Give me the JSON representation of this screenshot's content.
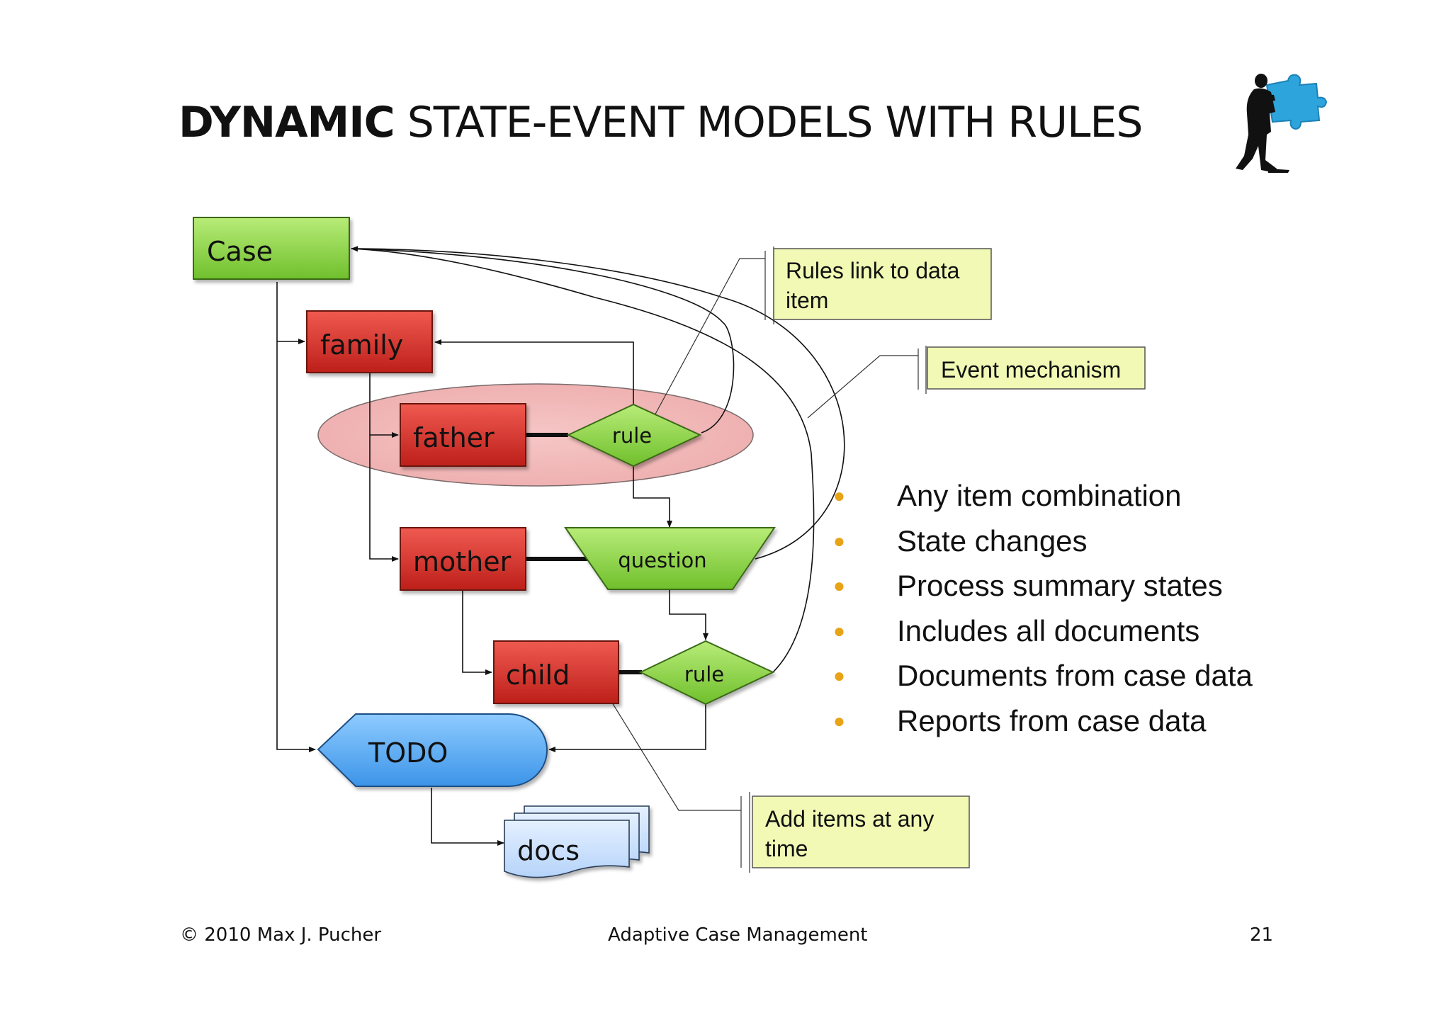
{
  "title": {
    "bold": "DYNAMIC",
    "rest": "STATE-EVENT MODELS WITH RULES"
  },
  "nodes": {
    "case": "Case",
    "family": "family",
    "father": "father",
    "rule1": "rule",
    "mother": "mother",
    "question": "question",
    "child": "child",
    "rule2": "rule",
    "todo": "TODO",
    "docs": "docs"
  },
  "callouts": {
    "rules_link": [
      "Rules link to data",
      "item"
    ],
    "event_mechanism": "Event mechanism",
    "add_items": [
      "Add items at any",
      "time"
    ]
  },
  "bullets": [
    "Any item combination",
    "State changes",
    "Process summary states",
    "Includes all documents",
    "Documents from case data",
    "Reports from case data"
  ],
  "footer": {
    "copyright": "© 2010 Max J. Pucher",
    "center": "Adaptive Case Management",
    "page": "21"
  },
  "colors": {
    "green": "#8ad24a",
    "red": "#d8302a",
    "blue": "#5aa9f0",
    "note_fill": "#f1f9b4",
    "bullet": "#e8a317"
  },
  "logo": "man-carrying-puzzle-piece"
}
